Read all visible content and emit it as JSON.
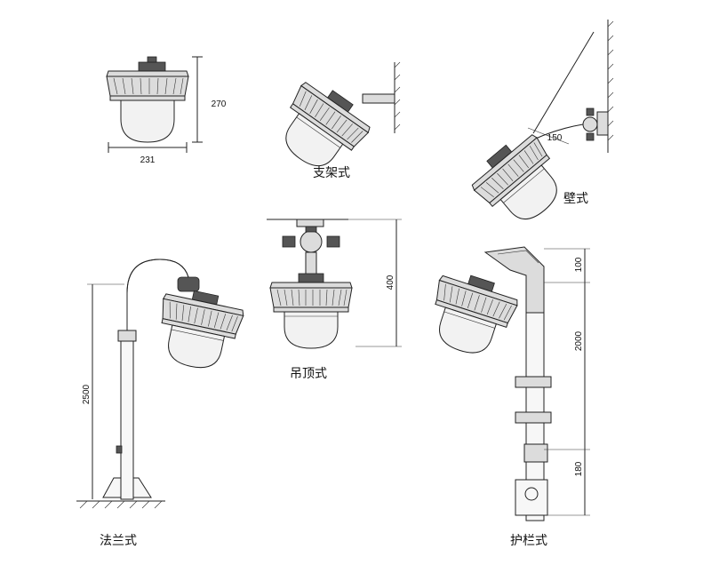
{
  "views": [
    {
      "id": "standard",
      "label": ""
    },
    {
      "id": "bracket",
      "label": "支架式"
    },
    {
      "id": "wall",
      "label": "壁式"
    },
    {
      "id": "ceiling",
      "label": "吊顶式"
    },
    {
      "id": "flange",
      "label": "法兰式"
    },
    {
      "id": "guardrail",
      "label": "护栏式"
    }
  ],
  "dimensions": {
    "standard_width": "231",
    "standard_height": "270",
    "wall_arm": "150",
    "ceiling_height": "400",
    "flange_height": "2500",
    "guardrail_top": "100",
    "guardrail_mid": "2000",
    "guardrail_bottom": "180"
  }
}
